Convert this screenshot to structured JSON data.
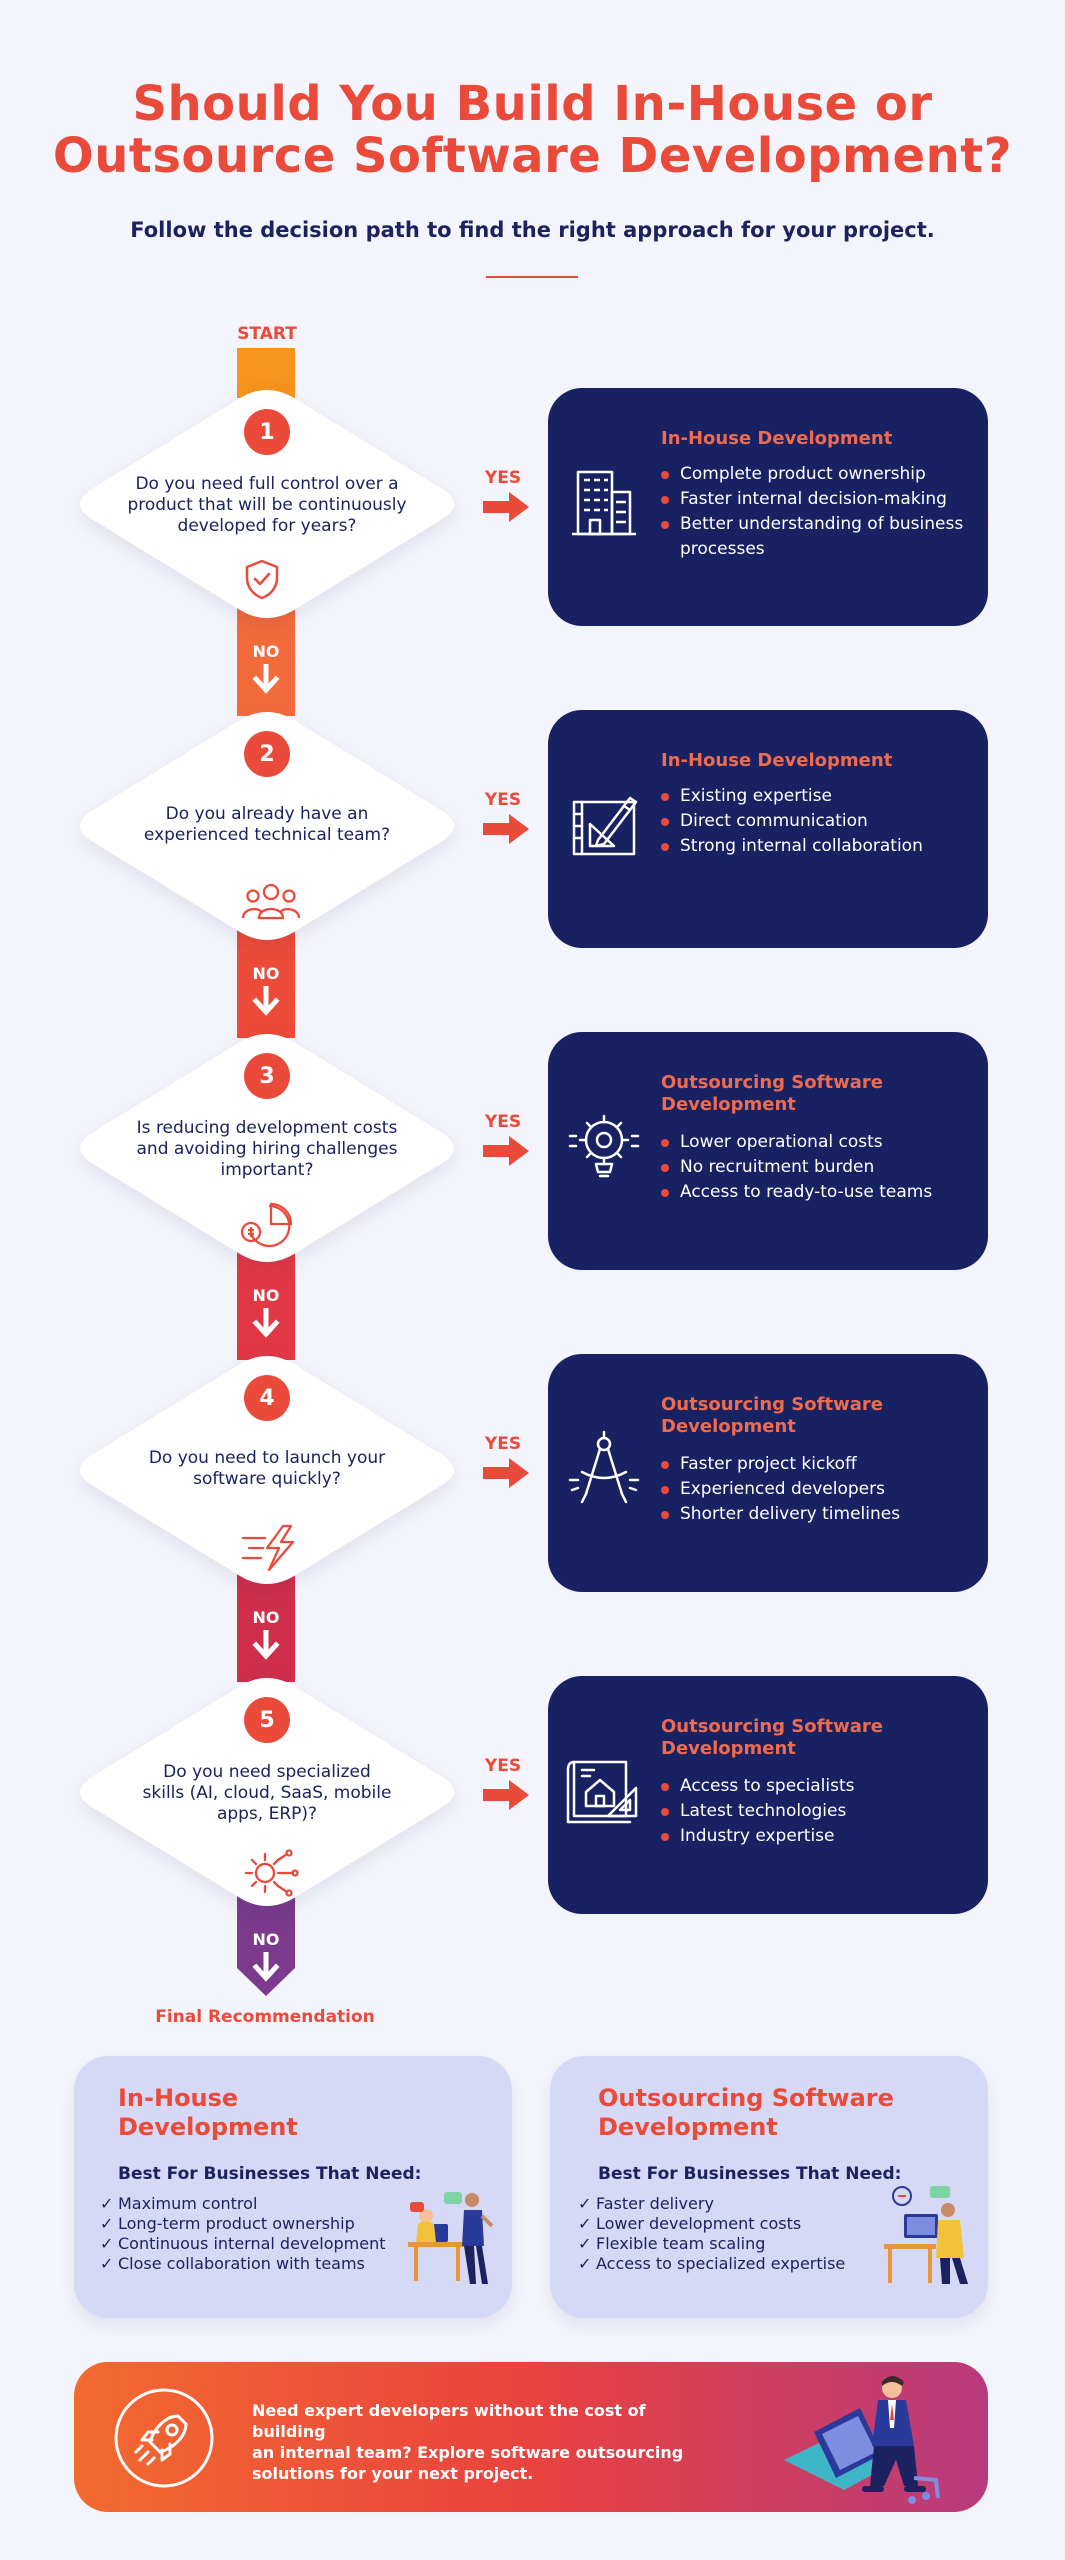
{
  "header": {
    "title_line1": "Should You Build In-House or",
    "title_line2": "Outsource Software Development?",
    "subtitle": "Follow the decision path to find the right approach for your project."
  },
  "flow": {
    "start_label": "START",
    "yes_label": "YES",
    "no_label": "NO",
    "final_label": "Final Recommendation",
    "steps": [
      {
        "number": "1",
        "question_lines": [
          "Do you need full control over a",
          "product that will be continuously",
          "developed for years?"
        ],
        "icon": "shield-check-icon",
        "card_icon": "office-building-icon",
        "card_title_lines": [
          "In-House Development"
        ],
        "bullets": [
          "Complete product ownership",
          "Faster internal decision-making",
          "Better understanding of business processes"
        ]
      },
      {
        "number": "2",
        "question_lines": [
          "Do you already have an",
          "experienced technical team?"
        ],
        "icon": "team-group-icon",
        "card_icon": "drafting-tools-icon",
        "card_title_lines": [
          "In-House Development"
        ],
        "bullets": [
          "Existing expertise",
          "Direct communication",
          "Strong internal collaboration"
        ]
      },
      {
        "number": "3",
        "question_lines": [
          "Is reducing development costs",
          "and avoiding hiring challenges",
          "important?"
        ],
        "icon": "cost-pie-chart-icon",
        "card_icon": "gear-lightbulb-icon",
        "card_title_lines": [
          "Outsourcing Software",
          "Development"
        ],
        "bullets": [
          "Lower operational costs",
          "No recruitment burden",
          "Access to ready-to-use teams"
        ]
      },
      {
        "number": "4",
        "question_lines": [
          "Do you need to launch your",
          "software quickly?"
        ],
        "icon": "lightning-speed-icon",
        "card_icon": "compass-icon",
        "card_title_lines": [
          "Outsourcing Software",
          "Development"
        ],
        "bullets": [
          "Faster project kickoff",
          "Experienced developers",
          "Shorter delivery timelines"
        ]
      },
      {
        "number": "5",
        "question_lines": [
          "Do you need specialized",
          "skills (AI, cloud, SaaS, mobile",
          "apps, ERP)?"
        ],
        "icon": "circuit-gear-icon",
        "card_icon": "blueprint-icon",
        "card_title_lines": [
          "Outsourcing Software",
          "Development"
        ],
        "bullets": [
          "Access to specialists",
          "Latest technologies",
          "Industry expertise"
        ]
      }
    ]
  },
  "recommendations": [
    {
      "title_lines": [
        "In-House",
        "Development"
      ],
      "subtitle": "Best For Businesses That Need:",
      "check_symbol": "✓",
      "items": [
        "Maximum control",
        "Long-term product ownership",
        "Continuous internal development",
        "Close collaboration with teams"
      ],
      "illustration": "in-house-team-illustration"
    },
    {
      "title_lines": [
        "Outsourcing Software",
        "Development"
      ],
      "subtitle": "Best For Businesses That Need:",
      "check_symbol": "✓",
      "items": [
        "Faster delivery",
        "Lower development costs",
        "Flexible team scaling",
        "Access to specialized expertise"
      ],
      "illustration": "outsourced-team-illustration"
    }
  ],
  "cta": {
    "text_lines": [
      "Need expert developers without the cost of building",
      "an internal team? Explore software outsourcing",
      "solutions for your next project."
    ],
    "icon": "rocket-icon",
    "illustration": "developer-laptop-illustration"
  },
  "colors": {
    "accent": "#ea4a3a",
    "navy": "#182263",
    "background": "#f4f5fc",
    "rec_card": "#d6d9f6",
    "stem_orange": "#f7941d",
    "stem_purple": "#7b3a8c"
  }
}
